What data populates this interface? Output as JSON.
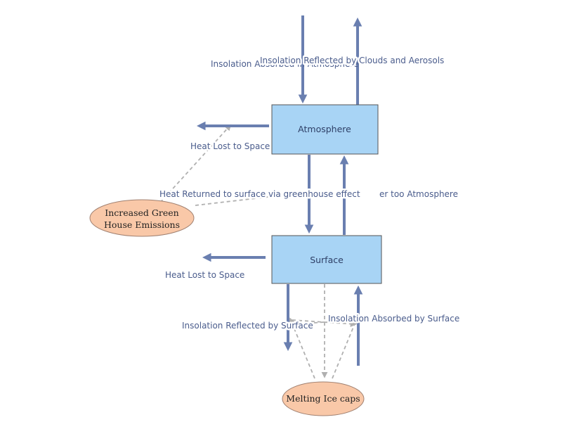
{
  "nodes": {
    "atmosphere": {
      "label": "Atmosphere"
    },
    "surface": {
      "label": "Surface"
    },
    "greenhouse": {
      "line1": "Increased Green",
      "line2": "House Emissions"
    },
    "ice": {
      "label": "Melting Ice caps"
    }
  },
  "labels": {
    "insolation_absorbed_atmosphere": "Insolation Absorbed in Atmosphere",
    "insolation_reflected_clouds": "Insolation Reflected by Clouds and Aerosols",
    "heat_lost_space_top": "Heat Lost to Space",
    "heat_returned_greenhouse": "Heat Returned to surface via greenhouse effect",
    "surface_to_atmosphere": "er too Atmosphere",
    "heat_lost_space_bottom": "Heat Lost to Space",
    "insolation_reflected_surface": "Insolation Reflected by Surface",
    "insolation_absorbed_surface": "Insolation Absorbed by Surface"
  },
  "colors": {
    "box_fill": "#a8d4f5",
    "box_stroke": "#555555",
    "oval_fill": "#f9c8a8",
    "oval_stroke": "#a08070",
    "arrow": "#6a7fb0",
    "dash": "#b0b0b0",
    "label": "#4a5c8c"
  }
}
